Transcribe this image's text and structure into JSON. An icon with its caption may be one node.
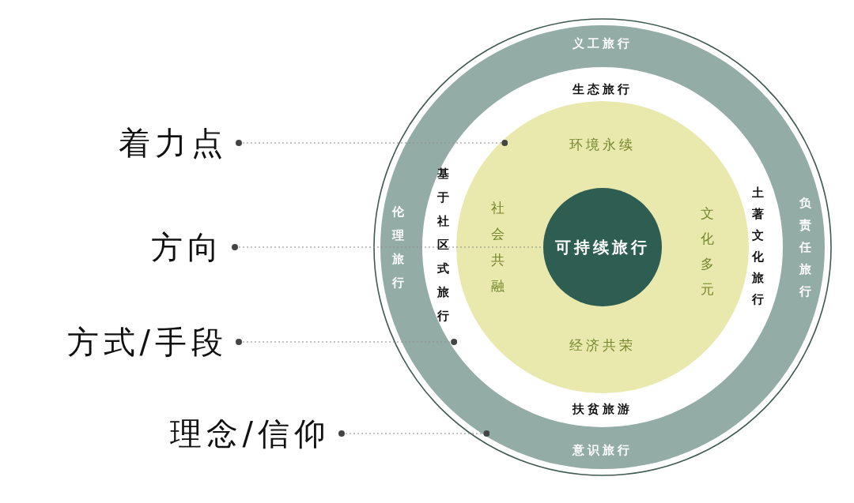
{
  "diagram": {
    "nodes": [
      {
        "text": [
          "着力点"
        ]
      },
      {
        "text": [
          "方向"
        ]
      },
      {
        "text": [
          "方式/手段"
        ]
      },
      {
        "text": [
          "理念/信仰"
        ]
      },
      {
        "text": [
          "义工旅行",
          "伦理旅行",
          "负责任旅行",
          "意识旅行"
        ]
      },
      {
        "text": [
          "生态旅行",
          "基于社区式旅行",
          "土著文化旅行",
          "扶贫旅游"
        ],
        "in": 4
      },
      {
        "text": [
          "环境永续",
          "社会共融",
          "文化多元",
          "经济共荣"
        ],
        "in": 5
      },
      {
        "text": [
          "可持续旅行"
        ],
        "in": 6
      }
    ],
    "edges": [
      {
        "from": 0,
        "to": 6,
        "arrow": "other",
        "style": "dashed"
      },
      {
        "from": 1,
        "to": 7,
        "arrow": "other",
        "style": "dashed"
      },
      {
        "from": 2,
        "to": 5,
        "arrow": "other",
        "style": "dashed"
      },
      {
        "from": 3,
        "to": 4,
        "arrow": "other",
        "style": "dashed"
      }
    ]
  }
}
